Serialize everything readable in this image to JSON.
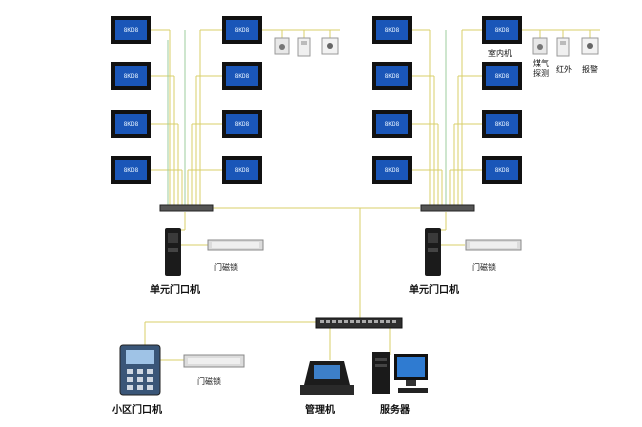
{
  "labels": {
    "unit_door_left": "单元门口机",
    "magnetic_lock_left": "门磁锁",
    "unit_door_right": "单元门口机",
    "magnetic_lock_right": "门磁锁",
    "indoor_unit": "室内机",
    "gas_detector": "煤气\n探测",
    "infrared": "红外",
    "alarm": "报警",
    "community_door": "小区门口机",
    "magnetic_lock_bottom": "门磁锁",
    "management": "管理机",
    "server": "服务器"
  },
  "screen_text": "8KD8",
  "colors": {
    "wire_yellow": "#d8cf6a",
    "wire_green": "#9ccc9c",
    "device_black": "#111111",
    "screen_blue": "#1a56b8"
  }
}
